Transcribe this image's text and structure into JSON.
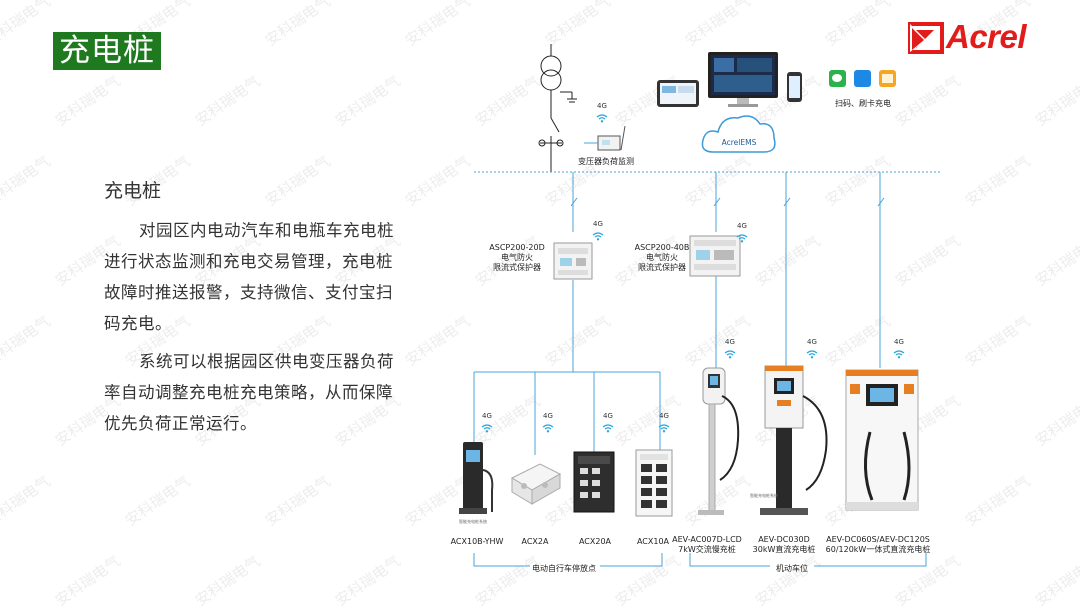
{
  "watermark": "安科瑞电气",
  "page_title": "充电桩",
  "logo": {
    "text": "Acrel"
  },
  "left": {
    "section_title": "充电桩",
    "para1": "对园区内电动汽车和电瓶车充电桩进行状态监测和充电交易管理，充电桩故障时推送报警，支持微信、支付宝扫码充电。",
    "para2": "系统可以根据园区供电变压器负荷率自动调整充电桩充电策略，从而保障优先负荷正常运行。"
  },
  "diagram": {
    "signal": "4G",
    "ems_label": "AcrelEMS",
    "payment_label": "扫码、刷卡充电",
    "transformer_label": "变压器负荷监测",
    "protector1": {
      "model": "ASCP200-20D",
      "line1": "电气防火",
      "line2": "限流式保护器"
    },
    "protector2": {
      "model": "ASCP200-40B",
      "line1": "电气防火",
      "line2": "限流式保护器"
    },
    "small_label": "智能充电桩系统",
    "devices": [
      {
        "name": "ACX10B-YHW",
        "desc": ""
      },
      {
        "name": "ACX2A",
        "desc": ""
      },
      {
        "name": "ACX20A",
        "desc": ""
      },
      {
        "name": "ACX10A",
        "desc": ""
      },
      {
        "name": "AEV-AC007D-LCD",
        "desc": "7kW交流慢充桩"
      },
      {
        "name": "AEV-DC030D",
        "desc": "30kW直流充电桩"
      },
      {
        "name": "AEV-DC060S/AEV-DC120S",
        "desc": "60/120kW一体式直流充电桩"
      }
    ],
    "group1": "电动自行车停放点",
    "group2": "机动车位"
  },
  "colors": {
    "title_bg": "#1f7a1f",
    "brand_red": "#e21b1b",
    "line_blue": "#4aa3d8",
    "wifi": "#29a8e0"
  }
}
